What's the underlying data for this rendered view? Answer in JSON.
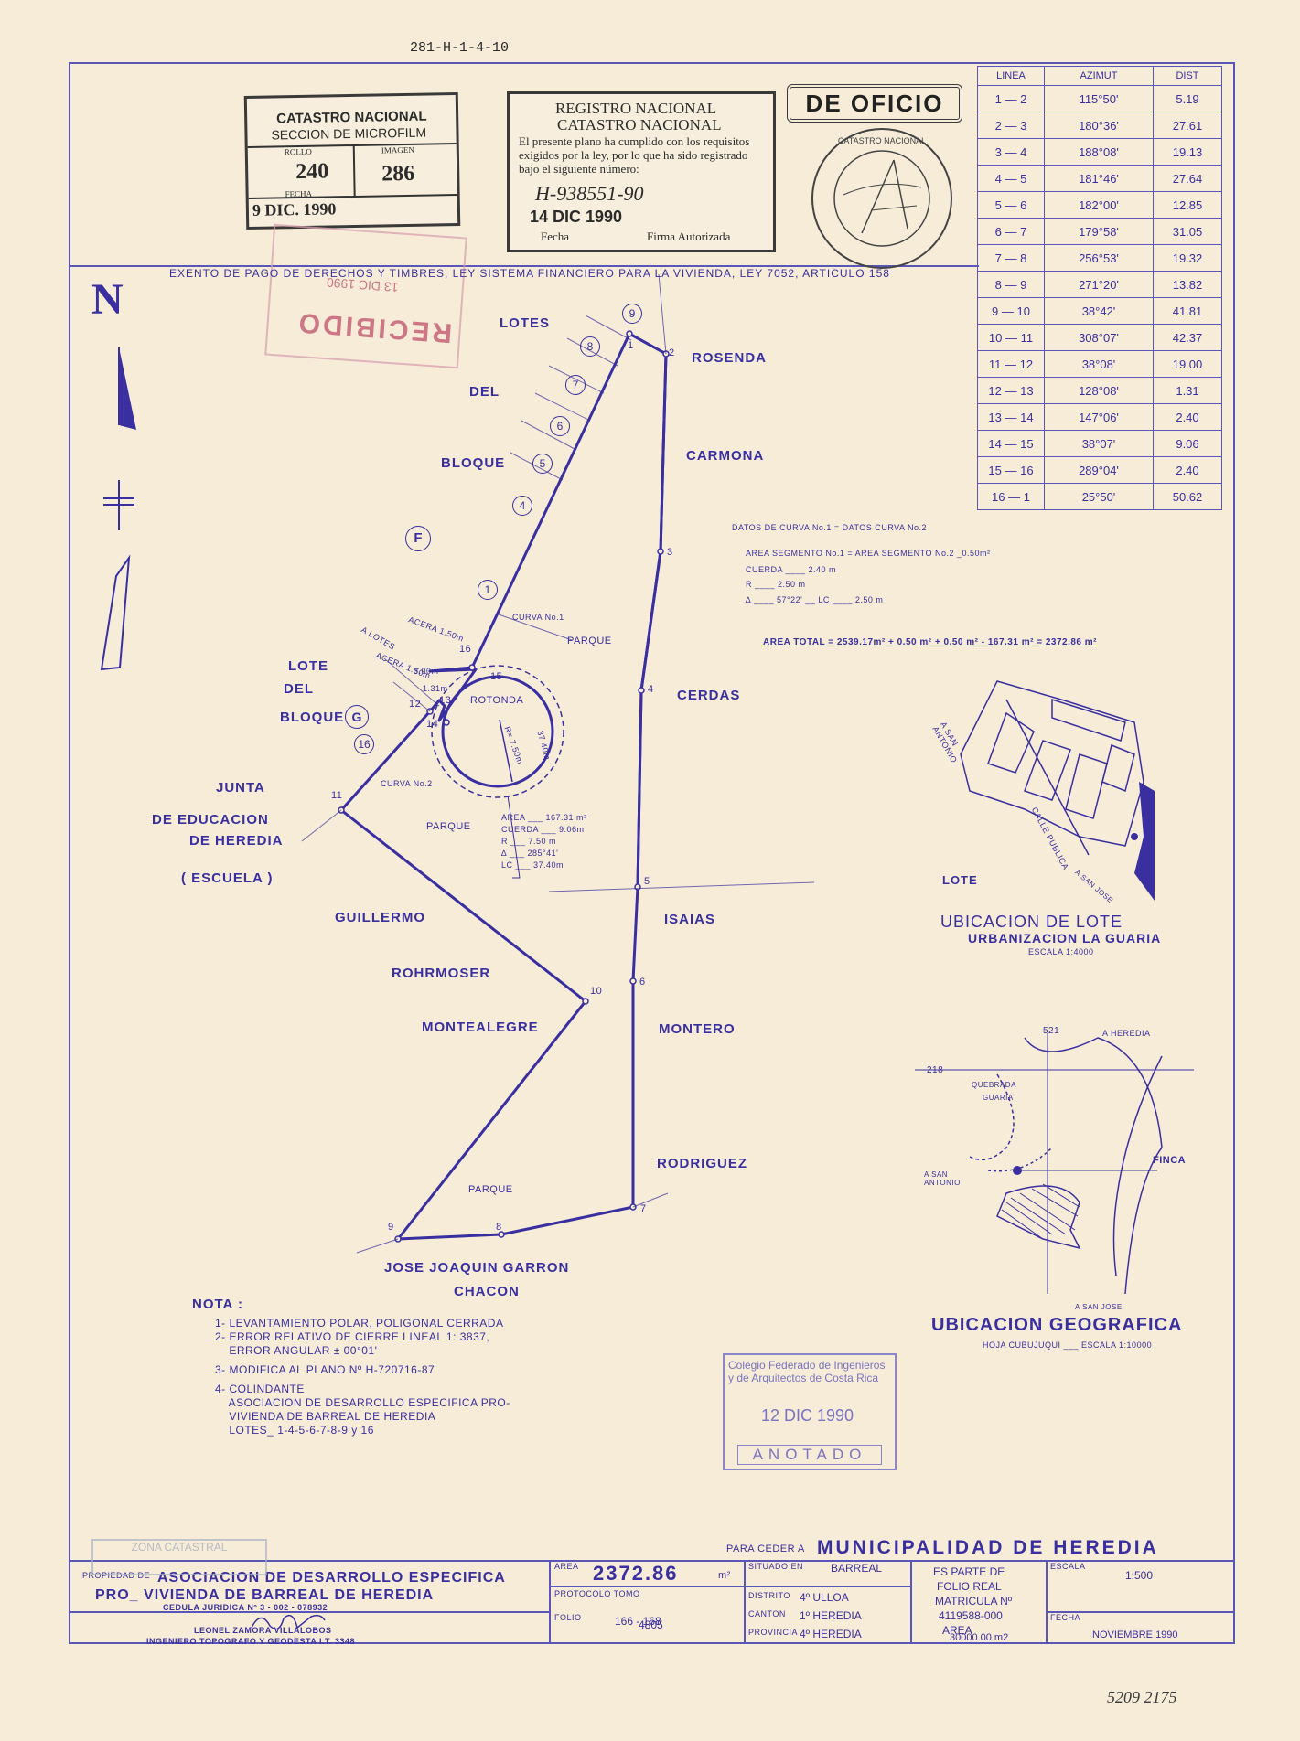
{
  "doc_ref": "281-H-1-4-10",
  "footer_number": "5209 2175",
  "stamp_microfilm": {
    "title1": "CATASTRO NACIONAL",
    "title2": "SECCION DE MICROFILM",
    "rollo_label": "ROLLO",
    "rollo": "240",
    "imagen_label": "IMAGEN",
    "imagen": "286",
    "fecha_label": "FECHA",
    "fecha": "9 DIC. 1990"
  },
  "stamp_registro": {
    "title1": "REGISTRO NACIONAL",
    "title2": "CATASTRO NACIONAL",
    "text": "El presente plano ha cumplido con los requisitos exigidos por la ley, por lo que ha sido registrado bajo el siguiente número:",
    "number": "H-938551-90",
    "date": "14 DIC 1990",
    "fecha_label": "Fecha",
    "firma_label": "Firma Autorizada"
  },
  "stamp_oficio": "DE OFICIO",
  "stamp_recibido": "RECIBIDO",
  "stamp_catastral_text": "CATASTRO NACIONAL",
  "exento": "EXENTO DE PAGO DE DERECHOS Y TIMBRES, LEY SISTEMA FINANCIERO PARA LA VIVIENDA, LEY 7052, ARTICULO 158",
  "azimuth_table": {
    "headers": [
      "LINEA",
      "AZIMUT",
      "DIST"
    ],
    "rows": [
      [
        "1 — 2",
        "115°50'",
        "5.19"
      ],
      [
        "2 — 3",
        "180°36'",
        "27.61"
      ],
      [
        "3 — 4",
        "188°08'",
        "19.13"
      ],
      [
        "4 — 5",
        "181°46'",
        "27.64"
      ],
      [
        "5 — 6",
        "182°00'",
        "12.85"
      ],
      [
        "6 — 7",
        "179°58'",
        "31.05"
      ],
      [
        "7 — 8",
        "256°53'",
        "19.32"
      ],
      [
        "8 — 9",
        "271°20'",
        "13.82"
      ],
      [
        "9 — 10",
        "38°42'",
        "41.81"
      ],
      [
        "10 — 11",
        "308°07'",
        "42.37"
      ],
      [
        "11 — 12",
        "38°08'",
        "19.00"
      ],
      [
        "12 — 13",
        "128°08'",
        "1.31"
      ],
      [
        "13 — 14",
        "147°06'",
        "2.40"
      ],
      [
        "14 — 15",
        "38°07'",
        "9.06"
      ],
      [
        "15 — 16",
        "289°04'",
        "2.40"
      ],
      [
        "16 — 1",
        "25°50'",
        "50.62"
      ]
    ]
  },
  "north": "N",
  "map_labels": {
    "lotes": "LOTES",
    "del": "DEL",
    "bloque": "BLOQUE",
    "bloque_f": "F",
    "rosenda": "ROSENDA",
    "carmona": "CARMONA",
    "lote": "LOTE",
    "del2": "DEL",
    "bloque2": "BLOQUE",
    "bloque_g": "G",
    "cerdas": "CERDAS",
    "junta": "JUNTA",
    "de_educacion": "DE EDUCACION",
    "de_heredia": "DE HEREDIA",
    "escuela": "( ESCUELA )",
    "guillermo": "GUILLERMO",
    "rohrmoser": "ROHRMOSER",
    "montealegre": "MONTEALEGRE",
    "isaias": "ISAIAS",
    "montero": "MONTERO",
    "rodriguez": "RODRIGUEZ",
    "jose": "JOSE   JOAQUIN  GARRON",
    "chacon": "CHACON",
    "parque1": "PARQUE",
    "parque2": "PARQUE",
    "parque3": "PARQUE",
    "rotonda": "ROTONDA",
    "curva1": "CURVA No.1",
    "curva2": "CURVA No.2",
    "acera1": "ACERA 1.50m",
    "acera2": "ACERA 1.50m",
    "a_lotes": "A LOTES",
    "d300": "3.00m",
    "d131": "1.31m",
    "radius": "R= 7.50m",
    "arc": "37.40m"
  },
  "lot_numbers": [
    "9",
    "8",
    "7",
    "6",
    "5",
    "4",
    "1",
    "16"
  ],
  "curve_data": {
    "title": "DATOS DE CURVA No.1 = DATOS CURVA No.2",
    "area_seg": "AREA SEGMENTO No.1 = AREA SEGMENTO No.2 _0.50m²",
    "cuerda": "CUERDA ____ 2.40 m",
    "r": "R ____ 2.50 m",
    "delta": "∆ ____ 57°22'   __ LC ____ 2.50 m",
    "area_total": "AREA TOTAL = 2539.17m² + 0.50 m² + 0.50 m² - 167.31 m² = 2372.86 m²"
  },
  "rotonda_data": {
    "area": "AREA ___ 167.31 m²",
    "cuerda": "CUERDA ___ 9.06m",
    "r": "R ___ 7.50 m",
    "delta": "∆ ___ 285°41'",
    "lc": "LC ___ 37.40m"
  },
  "ubicacion_lote": {
    "title": "UBICACION DE LOTE",
    "subtitle": "URBANIZACION LA GUARIA",
    "scale": "ESCALA 1:4000",
    "lote": "LOTE",
    "a_san_antonio": "A SAN ANTONIO",
    "calle": "CALLE PUBLICA",
    "a_san_jose": "A SAN JOSE"
  },
  "ubicacion_geo": {
    "title": "UBICACION GEOGRAFICA",
    "subtitle": "HOJA CUBUJUQUI ___ ESCALA 1:10000",
    "a_heredia": "A HEREDIA",
    "quebrada": "QUEBRADA",
    "guaria": "GUARIA",
    "finca": "FINCA",
    "a_san_antonio": "A SAN ANTONIO",
    "a_san_jose": "A SAN JOSE",
    "coord1": "521",
    "coord2": "218"
  },
  "nota": {
    "title": "NOTA :",
    "items": [
      "1- LEVANTAMIENTO POLAR, POLIGONAL CERRADA",
      "2- ERROR RELATIVO DE CIERRE LINEAL 1: 3837,",
      "    ERROR ANGULAR ± 00°01'",
      "3- MODIFICA AL PLANO Nº H-720716-87",
      "4- COLINDANTE",
      "    ASOCIACION DE DESARROLLO ESPECIFICA PRO-",
      "    VIVIENDA DE BARREAL DE HEREDIA",
      "    LOTES_ 1-4-5-6-7-8-9 y 16"
    ]
  },
  "stamp_colegio": {
    "line1": "Colegio Federado de Ingenieros",
    "line2": "y de Arquitectos de Costa Rica",
    "date": "12 DIC 1990",
    "anotado": "ANOTADO"
  },
  "title_block": {
    "para_ceder_label": "PARA CEDER A",
    "para_ceder": "MUNICIPALIDAD DE HEREDIA",
    "propiedad_label": "PROPIEDAD DE",
    "propiedad1": "ASOCIACION DE DESARROLLO ESPECIFICA",
    "propiedad2": "PRO_ VIVIENDA DE BARREAL DE HEREDIA",
    "cedula": "CEDULA JURIDICA Nº 3 - 002 - 078932",
    "area_label": "AREA",
    "area": "2372.86",
    "area_unit": "m²",
    "situado_label": "SITUADO EN",
    "situado": "BARREAL",
    "protocolo_label": "PROTOCOLO TOMO",
    "tomo": "4805",
    "folio_label": "FOLIO",
    "folio": "166 - 168",
    "distrito_label": "DISTRITO",
    "distrito": "4º ULLOA",
    "canton_label": "CANTON",
    "canton": "1º HEREDIA",
    "provincia_label": "PROVINCIA",
    "provincia": "4º HEREDIA",
    "parte1": "ES PARTE DE",
    "parte2": "FOLIO REAL",
    "parte3": "MATRICULA Nº",
    "parte4": "4119588-000",
    "parte5": "AREA",
    "parte6": "30000.00 m2",
    "escala_label": "ESCALA",
    "escala": "1:500",
    "fecha_label": "FECHA",
    "fecha": "NOVIEMBRE  1990",
    "engineer_name": "LEONEL      ZAMORA      VILLALOBOS",
    "engineer_title": "INGENIERO   TOPOGRAFO   Y   GEODESTA     I.T. 3348",
    "zona_stamp": "ZONA CATASTRAL"
  },
  "colors": {
    "ink": "#3a2fa0",
    "paper": "#f6ecd8",
    "stamp": "#2b2b2b",
    "red": "#c0506a"
  }
}
